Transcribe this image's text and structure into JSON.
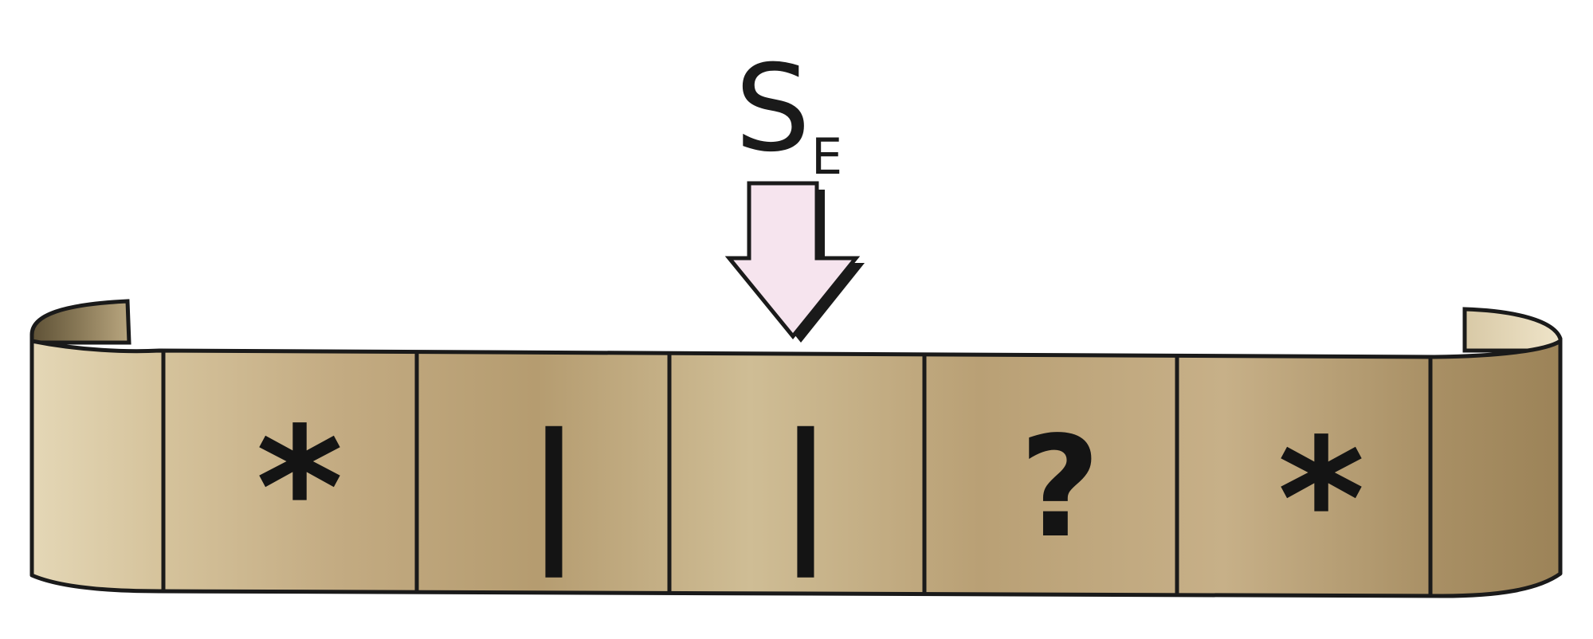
{
  "head": {
    "state_symbol": "S",
    "state_subscript": "E",
    "arrow_color": "#f6e4ee"
  },
  "tape": {
    "cells": [
      "*",
      "|",
      "|",
      "?",
      "*"
    ],
    "head_cell_index": 2,
    "paper_color": "#c9b38c",
    "paper_shadow_color": "#8f7a55",
    "line_color": "#1a1a1a"
  }
}
